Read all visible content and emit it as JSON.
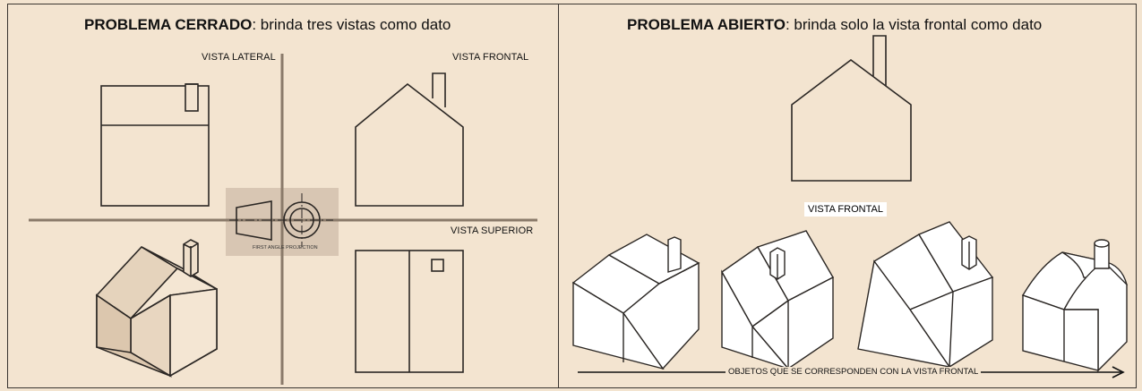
{
  "left_panel": {
    "title_bold": "PROBLEMA CERRADO",
    "title_rest": ": brinda tres vistas como dato",
    "label_side": "VISTA LATERAL",
    "label_front": "VISTA FRONTAL",
    "label_top": "VISTA SUPERIOR",
    "projection_caption": "FIRST ANGLE PROJECTION"
  },
  "right_panel": {
    "title_bold": "PROBLEMA ABIERTO",
    "title_rest": ": brinda solo la vista frontal como dato",
    "label_front": "VISTA FRONTAL",
    "arrow_caption": "OBJETOS QUE SE CORRESPONDEN CON LA VISTA FRONTAL"
  },
  "colors": {
    "background": "#f3e4d0",
    "line": "#2b2724",
    "axis": "#8a7a6a",
    "house_shade_light": "#f0e0cb",
    "house_shade_dark": "#dcc7ae",
    "projection_box": "#d8c6b3"
  }
}
